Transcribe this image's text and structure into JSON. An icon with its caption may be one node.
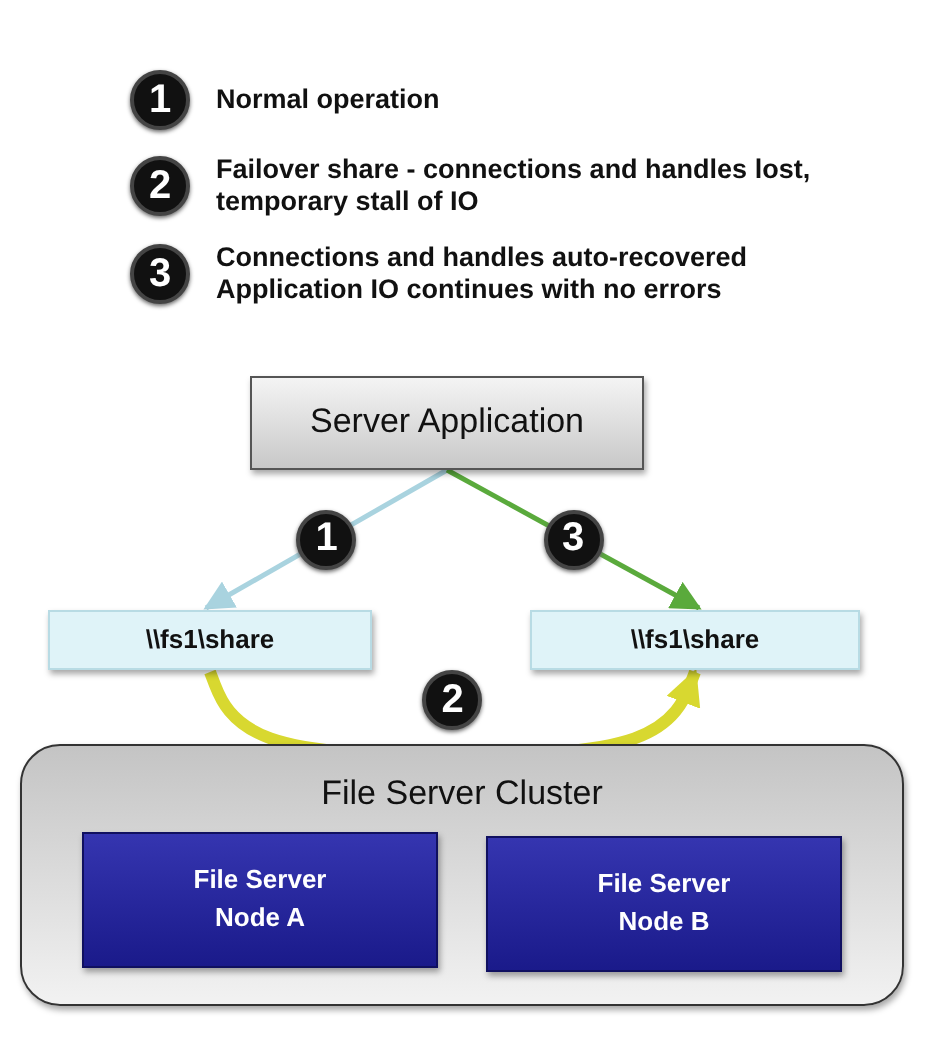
{
  "diagram": {
    "nodes": [
      {
        "text": [
          "Server Application"
        ]
      },
      {
        "text": [
          "\\\\fs1\\share"
        ]
      },
      {
        "text": [
          "\\\\fs1\\share"
        ]
      },
      {
        "text": [
          "File Server Cluster"
        ]
      },
      {
        "text": [
          "File Server Node A"
        ],
        "in": 3
      },
      {
        "text": [
          "File Server Node B"
        ],
        "in": 3
      }
    ],
    "edges": [
      {
        "from": 0,
        "to": 1,
        "arrow": "to",
        "label": "1",
        "color": "#a9d3df"
      },
      {
        "from": 0,
        "to": 2,
        "arrow": "to",
        "label": "3",
        "color": "#5aaa3c"
      },
      {
        "from": 1,
        "to": 2,
        "arrow": "to",
        "label": "2",
        "style": "thick",
        "color": "#d8d830"
      }
    ],
    "labels": [
      "1",
      "Normal operation",
      "2",
      "Failover share - connections and handles lost, temporary stall of IO",
      "3",
      "Connections and handles auto-recovered Application IO continues with no errors"
    ]
  }
}
